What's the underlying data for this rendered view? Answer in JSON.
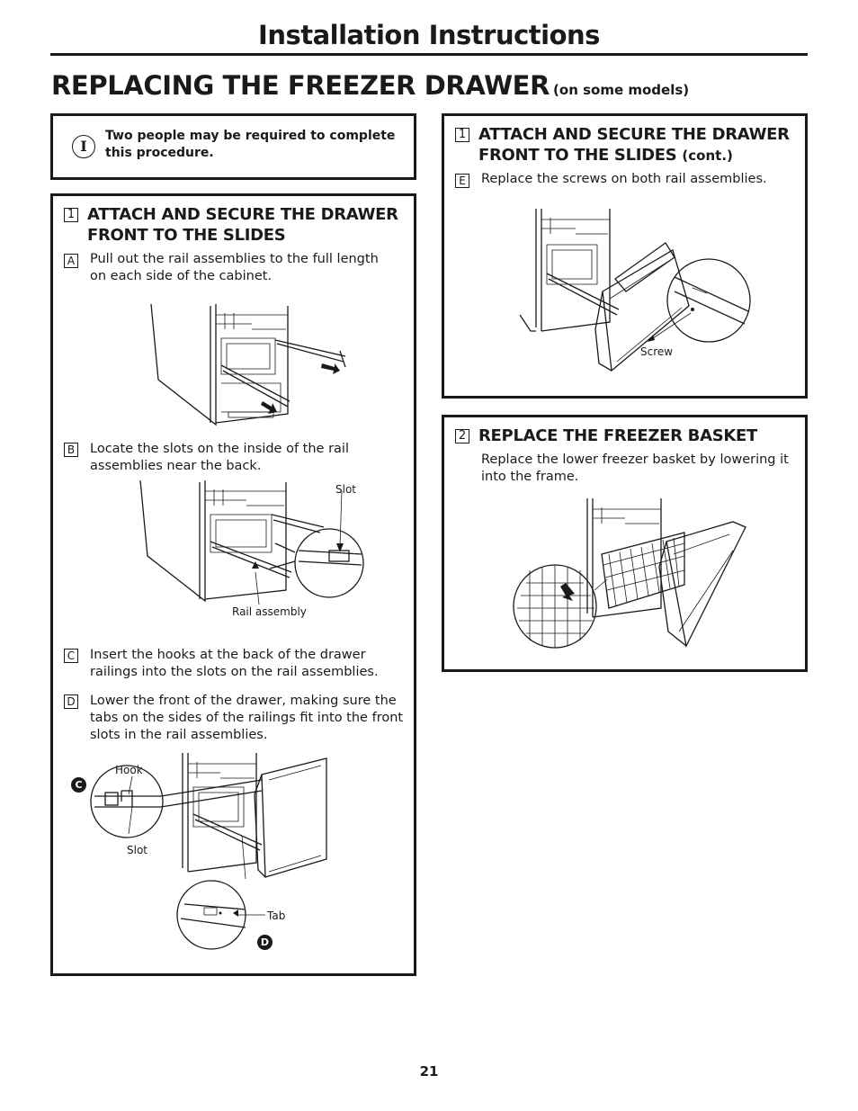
{
  "header": {
    "title": "Installation Instructions"
  },
  "section": {
    "title": "REPLACING THE FREEZER DRAWER",
    "subtitle": "(on some models)"
  },
  "note": {
    "icon": "info-icon",
    "text": "Two people may be required to complete this procedure."
  },
  "left_step": {
    "number": "1",
    "title_line1": "ATTACH AND SECURE THE DRAWER",
    "title_line2": "FRONT TO THE SLIDES",
    "items": [
      {
        "letter": "A",
        "text": "Pull out the rail assemblies to the full length on each side of the cabinet."
      },
      {
        "letter": "B",
        "text": "Locate the slots on the inside of the rail assemblies near the back."
      },
      {
        "letter": "C",
        "text": "Insert the hooks at the back of the drawer railings into the slots on the rail assemblies."
      },
      {
        "letter": "D",
        "text": "Lower the front of the drawer, making sure the tabs on the sides of the railings fit into the front slots in the rail assemblies."
      }
    ],
    "labels": {
      "slot": "Slot",
      "rail_assembly": "Rail assembly",
      "hook": "Hook",
      "slot2": "Slot",
      "tab": "Tab",
      "bubble_c": "C",
      "bubble_d": "D"
    }
  },
  "right_step1": {
    "number": "1",
    "title_line1": "ATTACH AND SECURE THE DRAWER",
    "title_line2": "FRONT TO THE SLIDES",
    "title_cont": "(cont.)",
    "items": [
      {
        "letter": "E",
        "text": "Replace the screws on both rail assemblies."
      }
    ],
    "labels": {
      "screw": "Screw"
    }
  },
  "right_step2": {
    "number": "2",
    "title": "REPLACE THE FREEZER BASKET",
    "text": "Replace the lower freezer basket by lowering it into the frame."
  },
  "page_number": "21"
}
